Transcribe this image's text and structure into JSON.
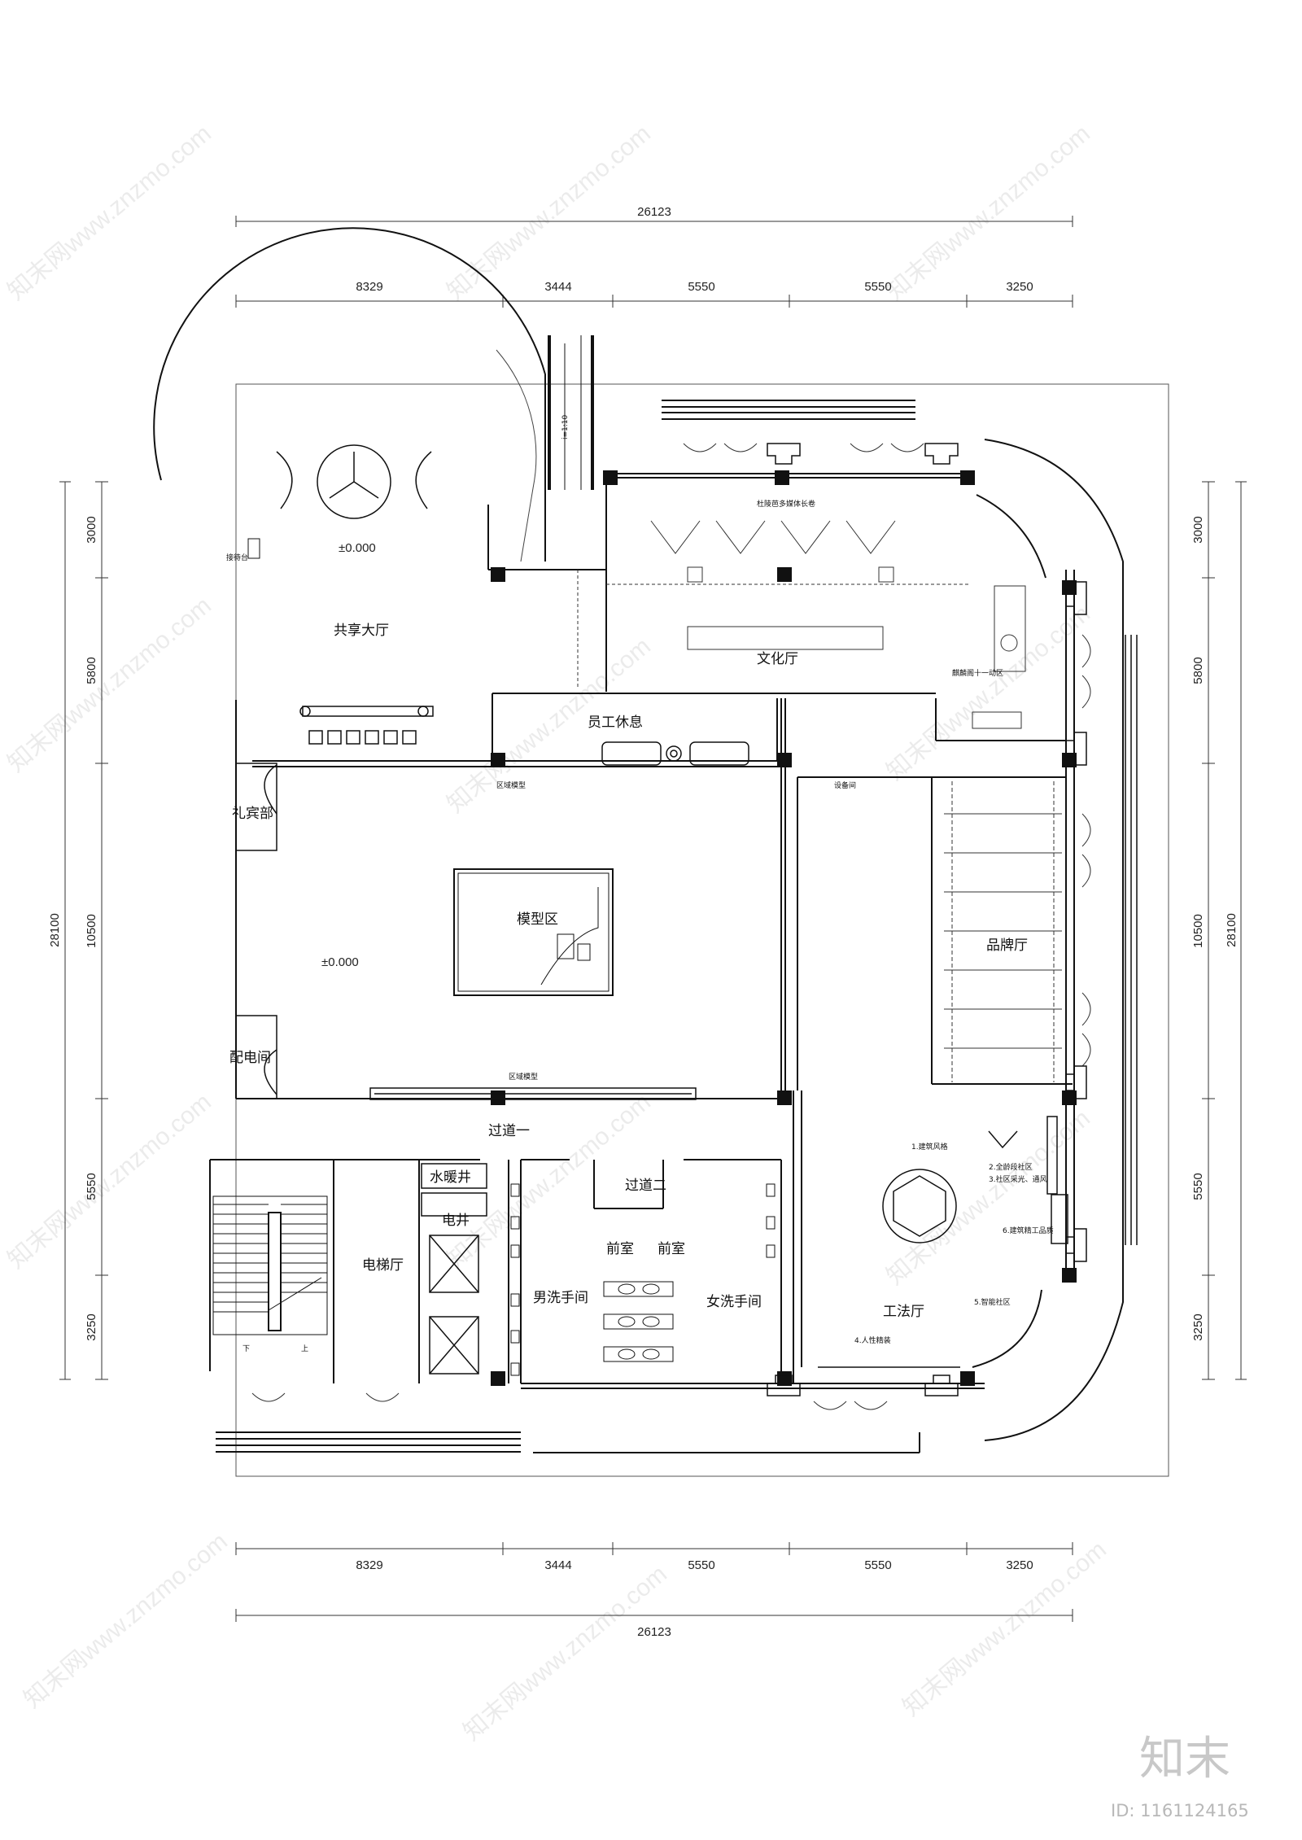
{
  "dimensions": {
    "total_width": "26123",
    "columns": [
      "8329",
      "3444",
      "5550",
      "5550",
      "3250"
    ],
    "total_height": "28100",
    "rows": [
      "3000",
      "5800",
      "10500",
      "5550",
      "3250"
    ]
  },
  "elevations": [
    "±0.000",
    "±0.000"
  ],
  "slope_label": "i=1:10",
  "rooms": {
    "shared_lobby": "共享大厅",
    "culture_hall": "文化厅",
    "staff_rest": "员工休息",
    "concierge": "礼宾部",
    "model_zone": "模型区",
    "power_room": "配电间",
    "corridor_one": "过道一",
    "corridor_two": "过道二",
    "brand_hall": "品牌厅",
    "craft_hall": "工法厅",
    "elevator_hall": "电梯厅",
    "hvac_shaft": "水暖井",
    "elec_shaft": "电井",
    "mens_restroom": "男洗手间",
    "womens_restroom": "女洗手间",
    "anteroom_left": "前室",
    "anteroom_right": "前室"
  },
  "small_labels": {
    "reception_desk": "接待台",
    "media_scroll": "杜陵芭多媒体长卷",
    "district_zone": "麒麟阁十一动区",
    "area_model_top": "区域模型",
    "area_model_bottom": "区域模型",
    "equipment": "设备间",
    "stair_down": "下",
    "stair_up": "上"
  },
  "craft_items": [
    "1.建筑风格",
    "2.全龄段社区",
    "3.社区采光、通风",
    "4.人性精装",
    "5.智能社区",
    "6.建筑精工品质"
  ],
  "watermark_text": "知末网www.znzmo.com",
  "brand_text": "知末",
  "image_id": "ID: 1161124165"
}
